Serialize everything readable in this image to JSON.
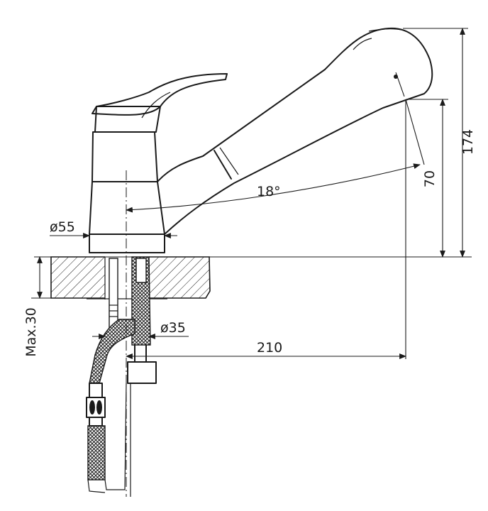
{
  "drawing": {
    "dimensions": {
      "total_height": "174",
      "spout_height": "70",
      "swivel_angle": "18°",
      "base_diameter": "ø55",
      "hole_diameter": "ø35",
      "reach": "210",
      "max_thickness": "Max.30"
    }
  }
}
